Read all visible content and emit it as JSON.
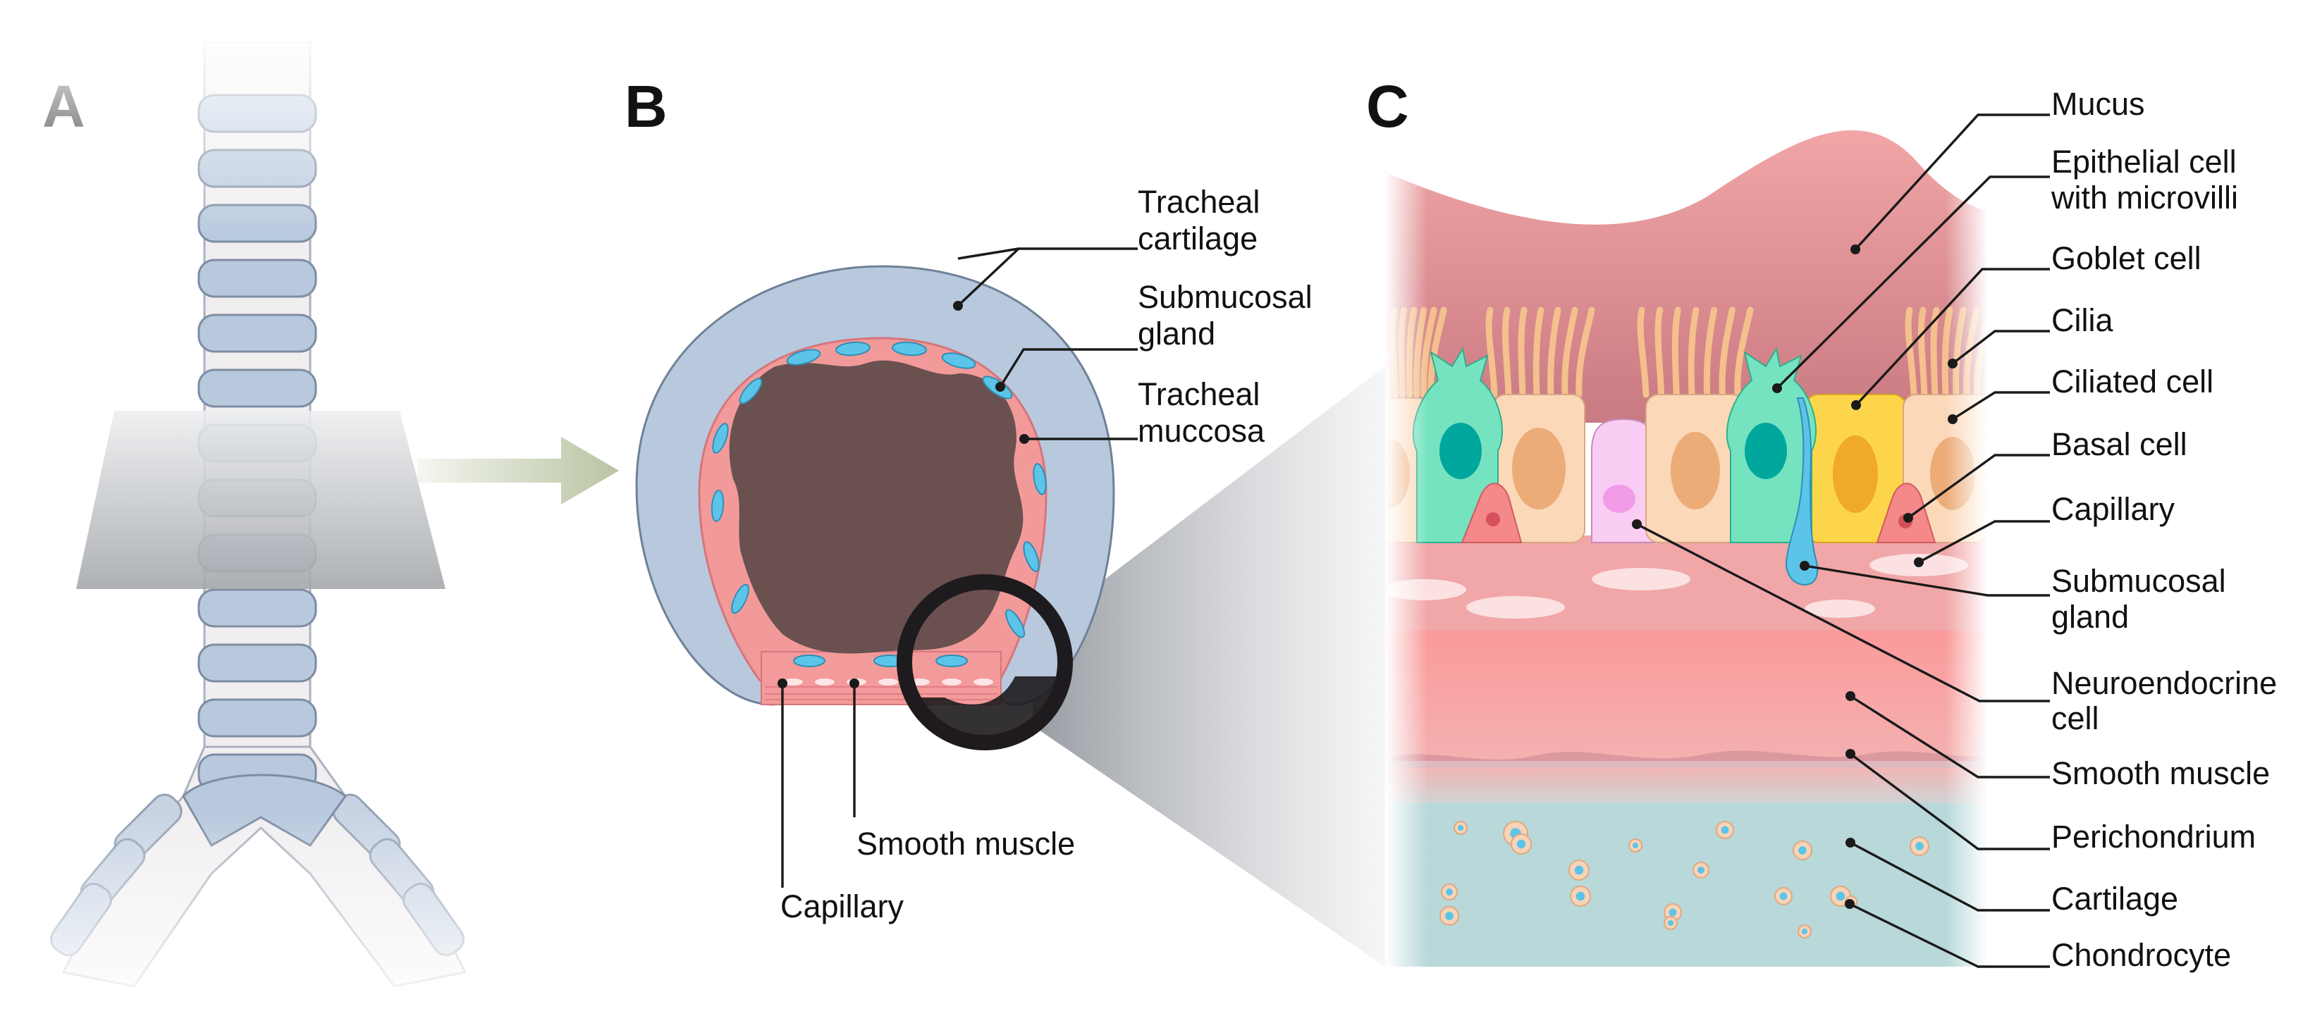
{
  "panels": {
    "a": {
      "letter": "A"
    },
    "b": {
      "letter": "B",
      "labels": {
        "tracheal_cartilage": [
          "Tracheal",
          "cartilage"
        ],
        "submucosal_gland": [
          "Submucosal",
          "gland"
        ],
        "tracheal_mucosa": [
          "Tracheal",
          "muccosa"
        ],
        "smooth_muscle": "Smooth muscle",
        "capillary": "Capillary"
      }
    },
    "c": {
      "letter": "C",
      "labels": {
        "mucus": "Mucus",
        "epithelial_cell": [
          "Epithelial cell",
          "with microvilli"
        ],
        "goblet_cell": "Goblet cell",
        "cilia": "Cilia",
        "ciliated_cell": "Ciliated cell",
        "basal_cell": "Basal cell",
        "capillary": "Capillary",
        "submucosal_gland": [
          "Submucosal",
          "gland"
        ],
        "neuroendocrine_cell": [
          "Neuroendocrine",
          "cell"
        ],
        "smooth_muscle": "Smooth muscle",
        "perichondrium": "Perichondrium",
        "cartilage": "Cartilage",
        "chondrocyte": "Chondrocyte"
      }
    }
  },
  "colors": {
    "cartilage_blue": "#b8c9de",
    "mucosa_pink": "#f29a9a",
    "lumen_brown": "#6b5050",
    "gland_blue": "#5bc4e8",
    "epithelial_green": "#76e3c0",
    "goblet_yellow": "#fdd54a",
    "ciliated_peach": "#fbd8b8",
    "neuroendocrine_pink": "#f9cdf3",
    "cartilage_teal": "#b8d8d9",
    "arrow_olive": "#b9c4a2"
  }
}
